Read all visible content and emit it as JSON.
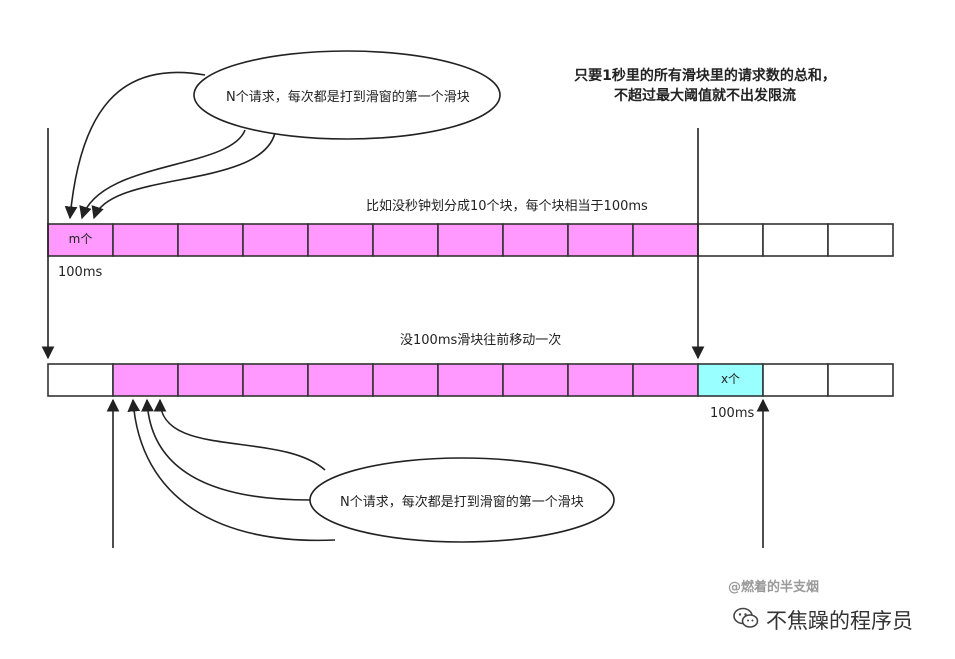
{
  "top_note": {
    "line1": "只要1秒里的所有滑块里的请求数的总和，",
    "line2": "不超过最大阈值就不出发限流"
  },
  "bubble_top": "N个请求，每次都是打到滑窗的第一个滑块",
  "bubble_bottom": "N个请求，每次都是打到滑窗的第一个滑块",
  "row1": {
    "caption": "比如没秒钟划分成10个块，每个块相当于100ms",
    "first_cell_label": "m个",
    "unit_label": "100ms",
    "cells_total": 13,
    "window_start": 0,
    "window_size": 10
  },
  "row2": {
    "caption": "没100ms滑块往前移动一次",
    "new_cell_label": "x个",
    "unit_label": "100ms",
    "cells_total": 13,
    "window_start": 1,
    "window_size": 10,
    "new_cell_index": 10
  },
  "colors": {
    "window": "#ff99ff",
    "new_cell": "#99ffff",
    "empty": "#ffffff",
    "stroke": "#333333"
  },
  "watermark": "@燃着的半支烟",
  "brand": "不焦躁的程序员"
}
